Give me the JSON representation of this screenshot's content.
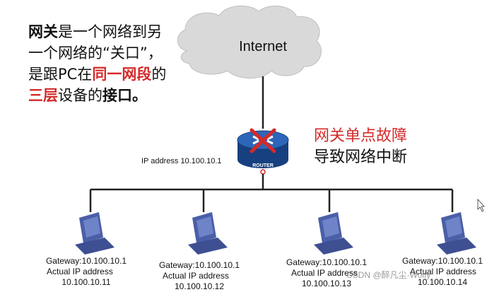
{
  "intro": {
    "seg1": "网关",
    "seg2": "是一个网络到另一个网络的“关口”，是跟PC在",
    "seg3": "同一网段",
    "seg4": "的",
    "seg5": "三层",
    "seg6": "设备的",
    "seg7": "接口",
    "seg8": "。"
  },
  "cloud_label": "Internet",
  "router": {
    "label": "ROUTER",
    "ip_label": "IP address 10.100.10.1"
  },
  "warning": {
    "line1": "网关单点故障",
    "line2": "导致网络中断"
  },
  "pcs": [
    {
      "gateway": "Gateway:10.100.10.1",
      "actual": "Actual IP address",
      "ip": "10.100.10.11"
    },
    {
      "gateway": "Gateway:10.100.10.1",
      "actual": "Actual IP address",
      "ip": "10.100.10.12"
    },
    {
      "gateway": "Gateway:10.100.10.1",
      "actual": "Actual IP address",
      "ip": "10.100.10.13"
    },
    {
      "gateway": "Gateway:10.100.10.1",
      "actual": "Actual IP address",
      "ip": "10.100.10.14"
    }
  ],
  "watermark": "CSDN @醉凡尘·Wolfy",
  "colors": {
    "highlight": "#d42a2a",
    "router_blue": "#1f4f9b",
    "pc_blue": "#4b5fa8",
    "cloud": "#d9d9d9"
  }
}
